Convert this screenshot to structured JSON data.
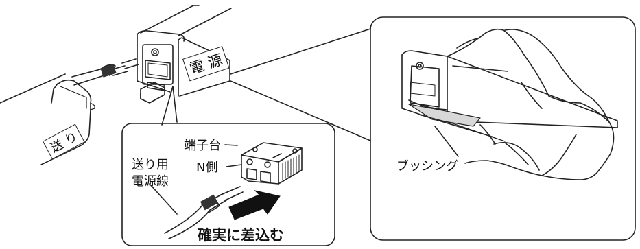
{
  "labels": {
    "housing_text_power": "電 源",
    "housing_text_feed": "送 り",
    "terminal_block": "端子台",
    "n_side": "N側",
    "feed_power_wire_line1": "送り用",
    "feed_power_wire_line2": "電源線",
    "insert_firmly": "確実に差込む",
    "bushing": "ブッシング"
  },
  "colors": {
    "line": "#222222",
    "fill": "#ffffff",
    "arrow": "#111111",
    "shade": "#d8d8d8"
  }
}
